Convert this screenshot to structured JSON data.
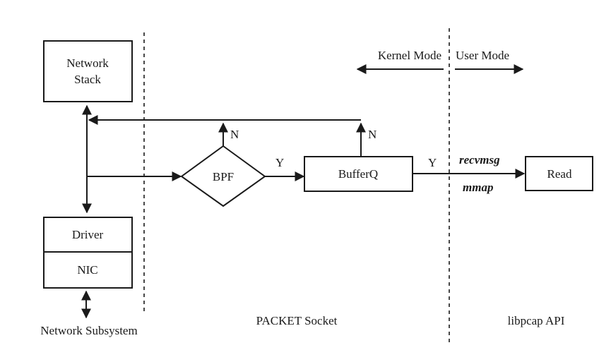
{
  "nodes": {
    "network_stack": [
      "Network",
      "Stack"
    ],
    "driver": "Driver",
    "nic": "NIC",
    "bpf": "BPF",
    "bufferq": "BufferQ",
    "read": "Read"
  },
  "branch_labels": {
    "bpf_no": "N",
    "bpf_yes": "Y",
    "bufferq_no": "N",
    "bufferq_yes": "Y"
  },
  "mode_labels": {
    "kernel": "Kernel Mode",
    "user": "User Mode"
  },
  "api_calls": [
    "recvmsg",
    "mmap"
  ],
  "regions": {
    "network_subsystem": "Network Subsystem",
    "packet_socket": "PACKET Socket",
    "libpcap_api": "libpcap API"
  }
}
